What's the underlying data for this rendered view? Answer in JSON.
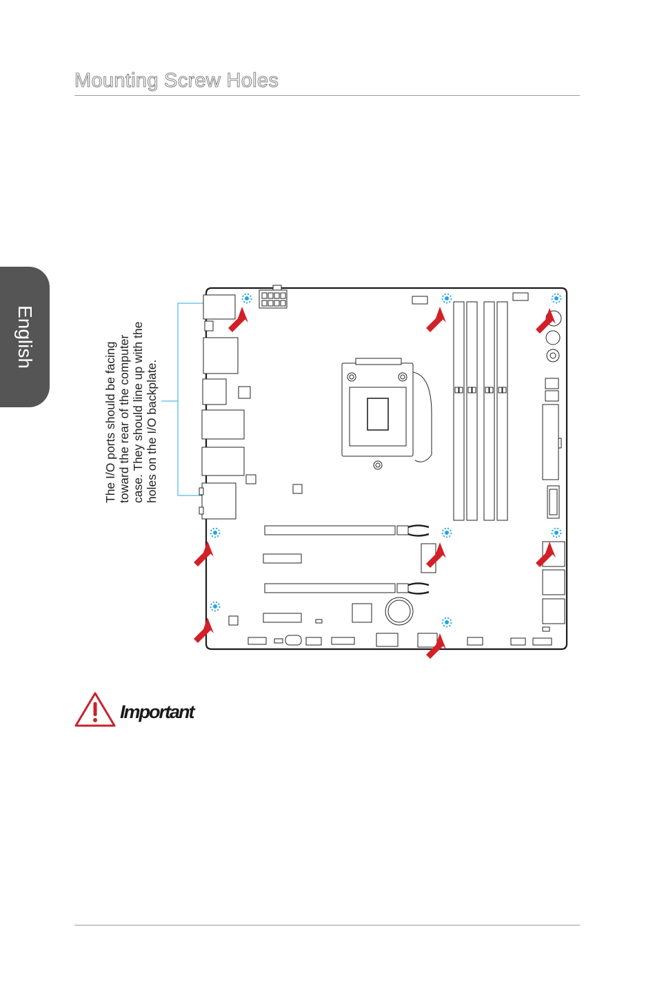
{
  "page": {
    "title": "Mounting Screw Holes",
    "side_tab": "English",
    "io_note_lines": [
      "The I/O ports should be facing",
      "toward the rear of the computer",
      "case. They should line up with the",
      "holes on the I/O backplate."
    ],
    "important_label": "Important"
  },
  "colors": {
    "arrow": "#d32027",
    "screw_hole": "#1ea7e8",
    "leader_line": "#29a9d8",
    "tab": "#555555",
    "warning": "#c8222b"
  },
  "icons": [
    "screw-hole-icon",
    "red-arrow-icon",
    "warning-triangle-icon"
  ]
}
